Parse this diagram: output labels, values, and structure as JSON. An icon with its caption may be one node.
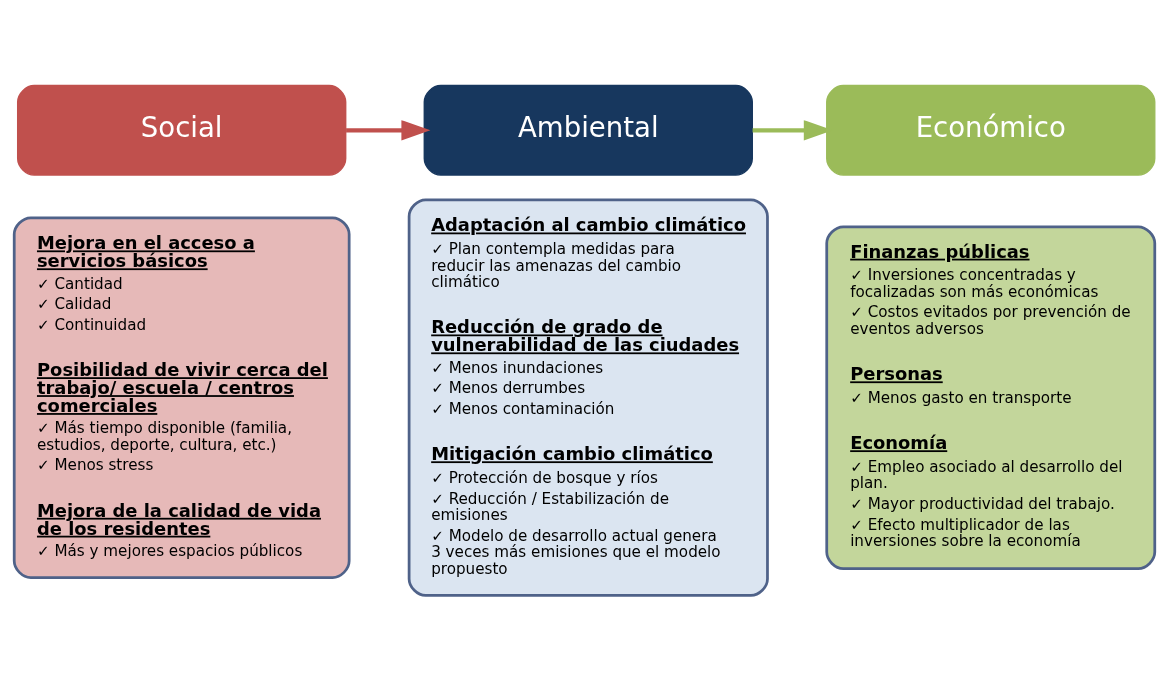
{
  "diagram": {
    "nodes": [
      {
        "text": [
          "Social"
        ]
      },
      {
        "text": [
          "Ambiental"
        ]
      },
      {
        "text": [
          "Económico"
        ]
      },
      {
        "text": [
          "Mejora en el acceso a servicios básicos",
          "✓ Cantidad",
          "✓ Calidad",
          "✓ Continuidad",
          "Posibilidad de vivir cerca del trabajo/ escuela / centros comerciales",
          "✓ Más tiempo disponible (familia, estudios, deporte, cultura, etc.)",
          "✓ Menos stress",
          "Mejora de la calidad de vida de los residentes",
          "✓ Más y mejores espacios públicos"
        ]
      },
      {
        "text": [
          "Adaptación al cambio climático",
          "✓ Plan contempla medidas para reducir las amenazas del cambio climático",
          "Reducción de grado de vulnerabilidad de las ciudades",
          "✓ Menos inundaciones",
          "✓ Menos derrumbes",
          "✓ Menos contaminación",
          "Mitigación cambio climático",
          "✓ Protección de bosque y ríos",
          "✓ Reducción / Estabilización de emisiones",
          "✓ Modelo de desarrollo actual genera 3 veces más emisiones que el modelo propuesto"
        ]
      },
      {
        "text": [
          "Finanzas públicas",
          "✓ Inversiones concentradas y focalizadas son más económicas",
          "✓ Costos evitados por prevención de eventos adversos",
          "Personas",
          "✓ Menos gasto en transporte",
          "Economía",
          "✓ Empleo asociado al desarrollo del plan.",
          "✓ Mayor productividad del trabajo.",
          "✓ Efecto multiplicador de las inversiones sobre la economía"
        ]
      }
    ],
    "edges": [
      {
        "from": 0,
        "to": 1,
        "arrow": "to",
        "color": "#c0504d"
      },
      {
        "from": 1,
        "to": 2,
        "arrow": "to",
        "color": "#9bbb59"
      }
    ]
  }
}
